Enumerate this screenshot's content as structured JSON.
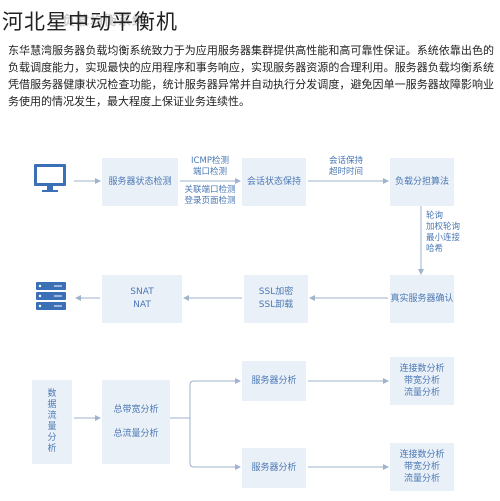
{
  "header": {
    "title": "河北星中动平衡机",
    "title_shadow": "负载均衡系统"
  },
  "intro": {
    "paragraph": "东华慧湾服务器负载均衡系统致力于为应用服务器集群提供高性能和高可靠性保证。系统依靠出色的负载调度能力，实现最快的应用程序和事务响应，实现服务器资源的合理利用。服务器负载均衡系统凭借服务器健康状况检查功能，统计服务器异常并自动执行分发调度，避免因单一服务器故障影响业务使用的情况发生，最大程度上保证业务连续性。"
  },
  "flow": {
    "row1": {
      "health_check": "服务器状态检测",
      "session_keep": "会话状态保持",
      "load_algo": "负载分担算法",
      "label_icmp": "ICMP检测\n端口检测",
      "label_related": "关联端口检测\n登录页面检测",
      "label_session": "会话保持\n超时时间"
    },
    "label_algos": "轮询\n加权轮询\n最小连接\n哈希",
    "row2": {
      "real_server": "真实服务器确认",
      "ssl": "SSL加密\nSSL卸载",
      "nat": "SNAT\nNAT"
    },
    "analysis": {
      "data_flow": "数\n据\n流\n量\n分\n析",
      "bandwidth": "总带宽分析\n\n总流量分析",
      "server_analysis_1": "服务器分析",
      "server_analysis_2": "服务器分析",
      "detail_1": "连接数分析\n带宽分析\n流量分析",
      "detail_2": "连接数分析\n带宽分析\n流量分析"
    }
  },
  "colors": {
    "accent": "#4a78b5",
    "box_fill": "#eaf0f7",
    "line": "#9fb3cc",
    "icon": "#3b6fb6"
  }
}
